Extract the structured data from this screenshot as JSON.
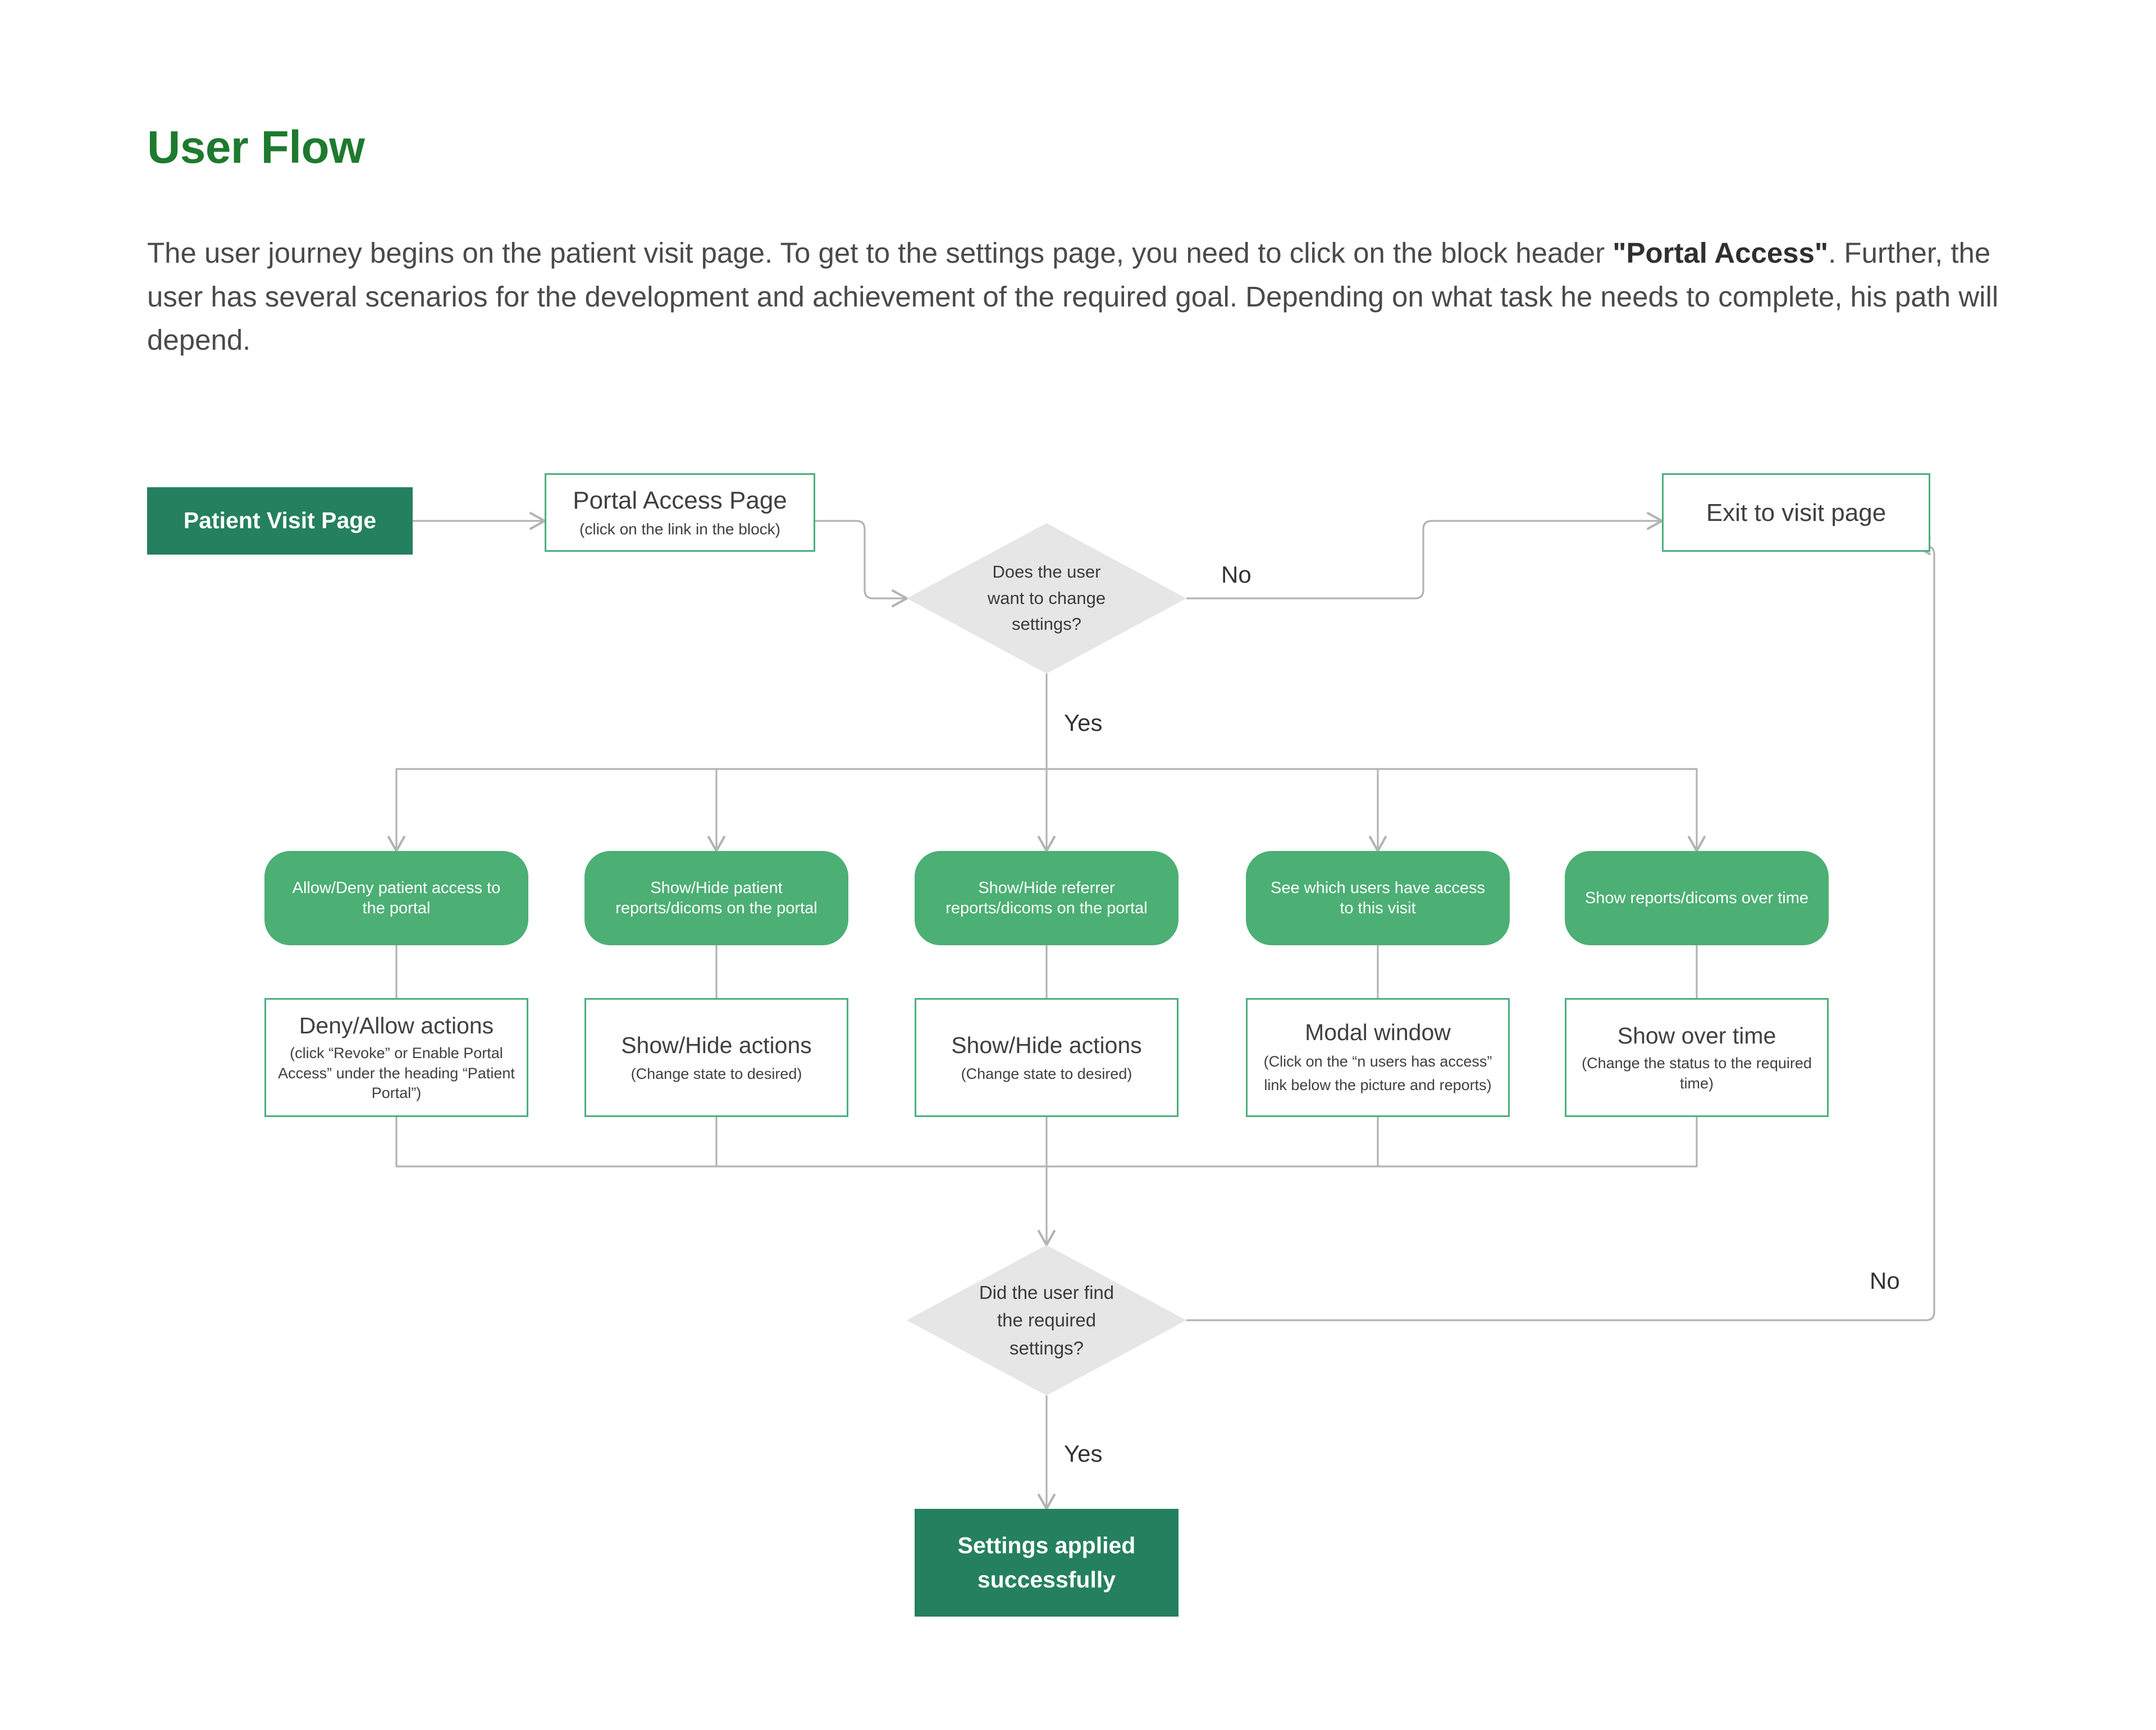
{
  "header": {
    "title": "User Flow",
    "paragraph_before": "The user journey begins on the patient visit page. To get to the settings page, you need to click on the block header ",
    "paragraph_bold": "\"Portal Access\"",
    "paragraph_after": ". Further, the user has several scenarios for the development and achievement of the required goal. Depending on what task he needs to complete, his path will depend."
  },
  "colors": {
    "title_green": "#1E7A2E",
    "terminator_green": "#24805F",
    "pill_green": "#4CAF74",
    "border_green": "#4CAF7D",
    "diamond_gray": "#E6E6E6",
    "connector_gray": "#B3B3B3",
    "body_text": "#4A4A4A"
  },
  "flow": {
    "start": {
      "label": "Patient Visit Page"
    },
    "portal_page": {
      "title": "Portal Access Page",
      "sub": "(click on the link in the block)"
    },
    "decision_1": {
      "text": "Does the user want to change settings?",
      "line1": "Does the user",
      "line2": "want to change",
      "line3": "settings?"
    },
    "exit": {
      "label": "Exit to visit page"
    },
    "decision_2": {
      "text": "Did the user find the required settings?",
      "line1": "Did the user find",
      "line2": "the required",
      "line3": "settings?"
    },
    "end": {
      "line1": "Settings applied",
      "line2": "successfully"
    },
    "edge_labels": {
      "d1_no": "No",
      "d1_yes": "Yes",
      "d2_yes": "Yes",
      "d2_no": "No"
    },
    "options": [
      {
        "label": "Allow/Deny patient access to the portal"
      },
      {
        "label": "Show/Hide patient reports/dicoms on the portal"
      },
      {
        "label": "Show/Hide referrer reports/dicoms on the portal"
      },
      {
        "label": "See which users have access to this visit"
      },
      {
        "label": "Show reports/dicoms over time"
      }
    ],
    "actions": [
      {
        "title": "Deny/Allow actions",
        "sub": "(click “Revoke” or Enable Portal Access” under the heading “Patient Portal”)"
      },
      {
        "title": "Show/Hide actions",
        "sub": "(Change state to desired)"
      },
      {
        "title": "Show/Hide actions",
        "sub": "(Change state to desired)"
      },
      {
        "title": "Modal window",
        "sub": "(Click on the “n users has access” link below the picture and reports)"
      },
      {
        "title": "Show over time",
        "sub": "(Change the status to the required time)"
      }
    ]
  }
}
